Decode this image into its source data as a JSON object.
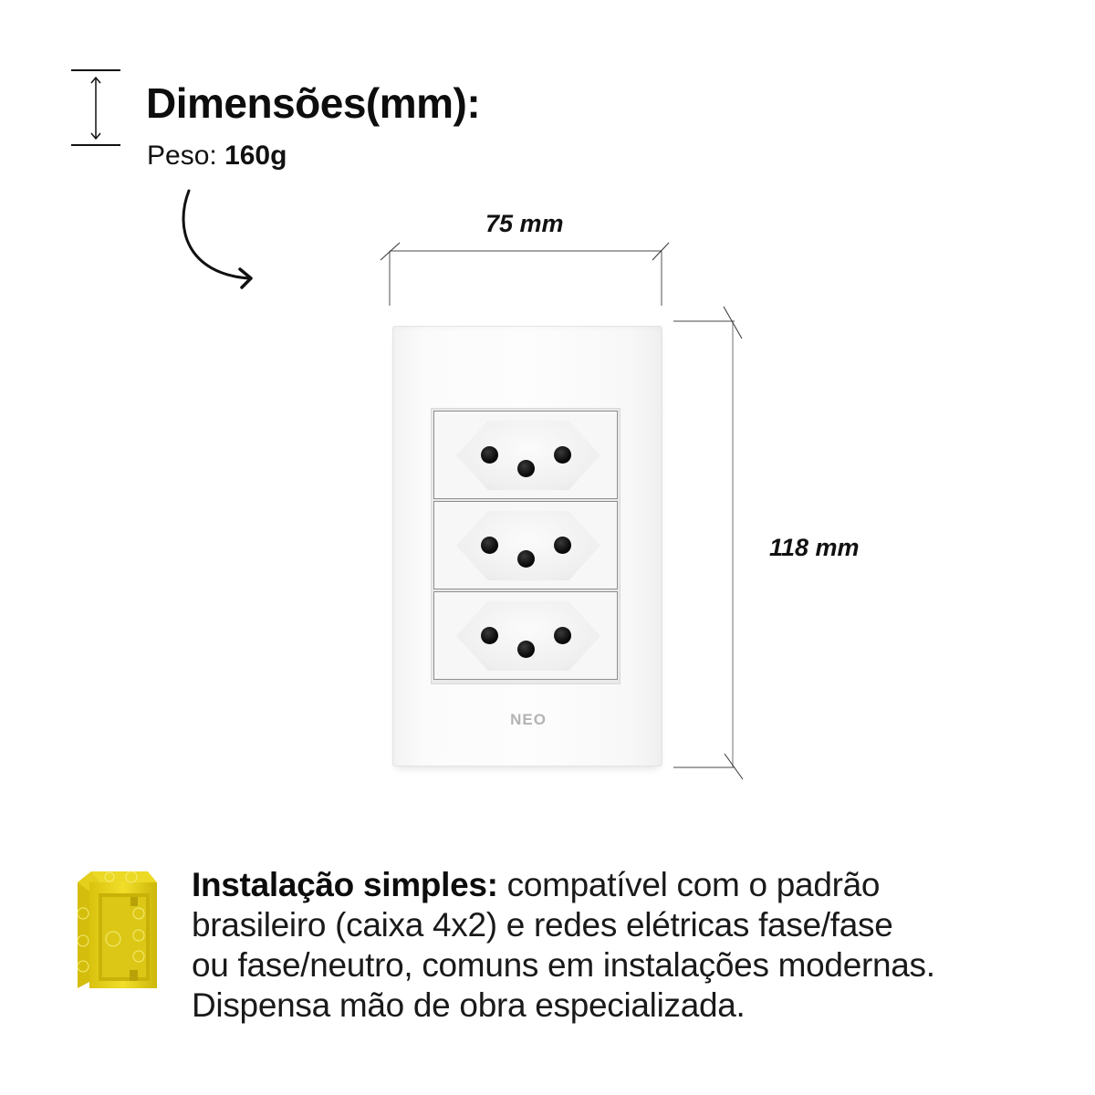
{
  "header": {
    "title": "Dimensões(mm):",
    "weight_label": "Peso:",
    "weight_value": "160g",
    "icons": {
      "height_marker": "vertical-dimension-icon",
      "pointer": "curved-arrow-icon"
    }
  },
  "product": {
    "brand": "NEO",
    "description_visual": "white glass wall plate with three Brazilian standard (NBR 14136) 3-pin sockets",
    "sockets": 3,
    "width_label": "75 mm",
    "height_label": "118 mm",
    "colors": {
      "plate": "#fbfbfb",
      "pins": "#0b0b0b",
      "brand_text": "#b3b3b3",
      "dimension_lines": "#7a7a7a"
    }
  },
  "installation": {
    "icon": "electrical-box-4x2-icon",
    "icon_color": "#e8d21a",
    "heading": "Instalação simples:",
    "lines": [
      "compatível com o padrão",
      "brasileiro (caixa 4x2) e redes elétricas fase/fase",
      "ou fase/neutro, comuns em instalações modernas.",
      "Dispensa mão de obra especializada."
    ]
  }
}
